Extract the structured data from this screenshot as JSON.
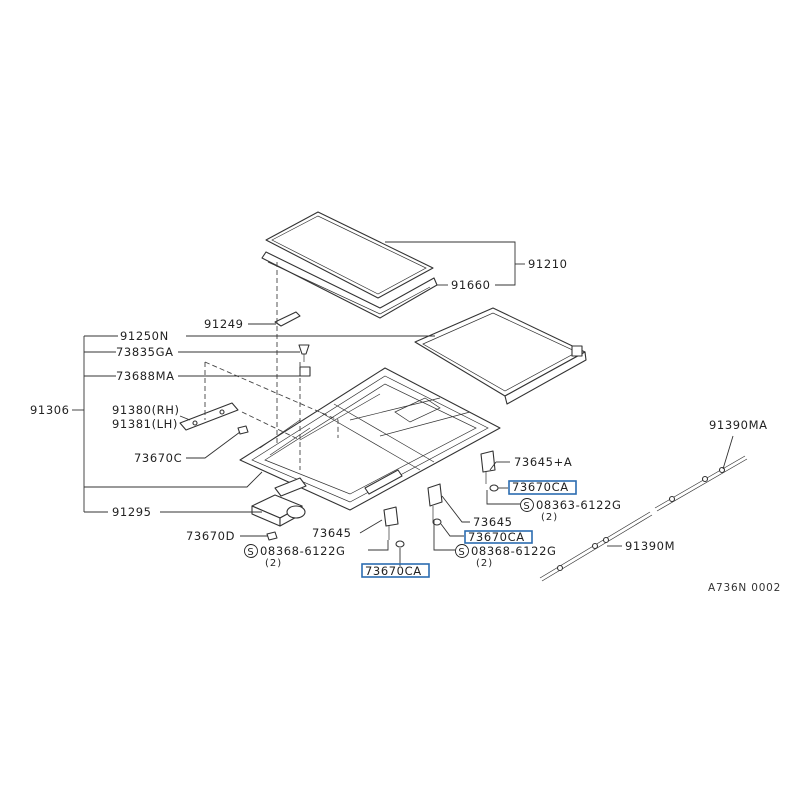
{
  "diagram": {
    "code": "A736N 0002",
    "labels": {
      "p91210": "91210",
      "p91660": "91660",
      "p91249": "91249",
      "p91250N": "91250N",
      "p73835GA": "73835GA",
      "p73688MA": "73688MA",
      "p91306": "91306",
      "p91380": "91380(RH)",
      "p91381": "91381(LH)",
      "p73670C": "73670C",
      "p91295": "91295",
      "p73670D": "73670D",
      "p73645a": "73645",
      "p73645b": "73645",
      "p73645A": "73645+A",
      "p08363": "08363-6122G",
      "p08368a": "08368-6122G",
      "p08368b": "08368-6122G",
      "q1": "(2)",
      "q2": "(2)",
      "q3": "(2)",
      "p73670CA_1": "73670CA",
      "p73670CA_2": "73670CA",
      "p73670CA_3": "73670CA",
      "p91390MA": "91390MA",
      "p91390M": "91390M",
      "s1": "S",
      "s2": "S",
      "s3": "S"
    }
  }
}
